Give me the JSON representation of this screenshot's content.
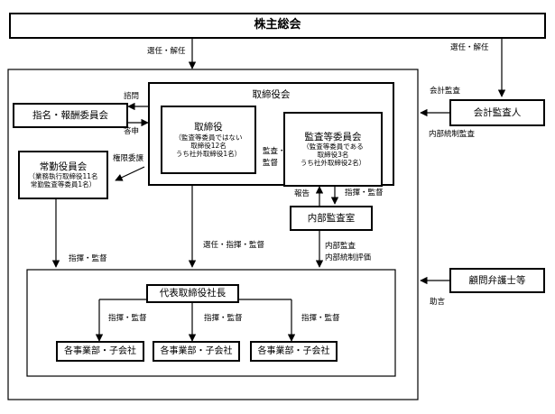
{
  "shareholders": "株主総会",
  "board": "取締役会",
  "directors": {
    "title": "取締役",
    "line1": "（監査等委員ではない",
    "line2": "取締役12名",
    "line3": "うち社外取締役1名）"
  },
  "audit_committee": {
    "title": "監査等委員会",
    "line1": "（監査等委員である",
    "line2": "取締役3名",
    "line3": "うち社外取締役2名）"
  },
  "nomination_committee": "指名・報酬委員会",
  "standing_committee": {
    "title": "常勤役員会",
    "line1": "（業務執行取締役11名",
    "line2": "常勤監査等委員1名）"
  },
  "internal_audit": "内部監査室",
  "accounting_auditor": "会計監査人",
  "legal_advisors": "顧問弁護士等",
  "president": "代表取締役社長",
  "business_units": [
    "各事業部・子会社",
    "各事業部・子会社",
    "各事業部・子会社"
  ],
  "labels": {
    "appoint_dismiss_left": "選任・解任",
    "appoint_dismiss_right": "選任・解任",
    "consult": "諮問",
    "report_answer": "答申",
    "delegation": "権限委譲",
    "audit_supervise_1": "監査・",
    "audit_supervise_2": "監督",
    "report": "報告",
    "direct_supervise_ia": "指揮・監督",
    "accounting_audit": "会計監査",
    "internal_control_audit": "内部統制監査",
    "appoint_direct_supervise": "選任・指揮・監督",
    "direct_supervise_left": "指揮・監督",
    "internal_audit_lbl": "内部監査",
    "internal_control_eval": "内部統制評価",
    "advice": "助言",
    "direct_supervise_u1": "指揮・監督",
    "direct_supervise_u2": "指揮・監督",
    "direct_supervise_u3": "指揮・監督"
  }
}
